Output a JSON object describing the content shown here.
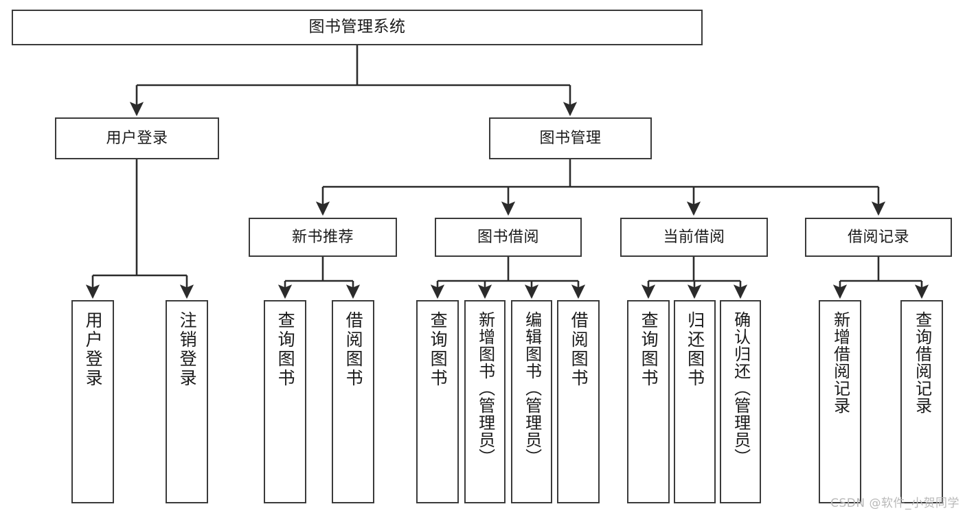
{
  "diagram": {
    "type": "tree",
    "title": "图书管理系统",
    "watermark": "CSDN @软件_小贺同学",
    "colors": {
      "node_border": "#3a3a3a",
      "node_fill": "#ffffff",
      "edge": "#2b2b2b",
      "text": "#1a1a1a",
      "watermark": "#b9b9b9",
      "background": "#ffffff"
    },
    "nodes": {
      "root": {
        "label": "图书管理系统"
      },
      "level1": [
        {
          "id": "user-login",
          "label": "用户登录"
        },
        {
          "id": "book-manage",
          "label": "图书管理"
        }
      ],
      "level2": [
        {
          "id": "new-book-rec",
          "label": "新书推荐",
          "parent": "book-manage"
        },
        {
          "id": "book-borrow",
          "label": "图书借阅",
          "parent": "book-manage"
        },
        {
          "id": "current-borrow",
          "label": "当前借阅",
          "parent": "book-manage"
        },
        {
          "id": "borrow-record",
          "label": "借阅记录",
          "parent": "book-manage"
        }
      ],
      "leaves": [
        {
          "id": "leaf-user-login",
          "label": "用户登录",
          "parent": "user-login"
        },
        {
          "id": "leaf-user-logout",
          "label": "注销登录",
          "parent": "user-login"
        },
        {
          "id": "leaf-query-book-1",
          "label": "查询图书",
          "parent": "new-book-rec"
        },
        {
          "id": "leaf-borrow-book-1",
          "label": "借阅图书",
          "parent": "new-book-rec"
        },
        {
          "id": "leaf-query-book-2",
          "label": "查询图书",
          "parent": "book-borrow"
        },
        {
          "id": "leaf-add-book",
          "label": "新增图书（管理员）",
          "parent": "book-borrow"
        },
        {
          "id": "leaf-edit-book",
          "label": "编辑图书（管理员）",
          "parent": "book-borrow"
        },
        {
          "id": "leaf-borrow-book-2",
          "label": "借阅图书",
          "parent": "book-borrow"
        },
        {
          "id": "leaf-query-book-3",
          "label": "查询图书",
          "parent": "current-borrow"
        },
        {
          "id": "leaf-return-book",
          "label": "归还图书",
          "parent": "current-borrow"
        },
        {
          "id": "leaf-confirm-return",
          "label": "确认归还（管理员）",
          "parent": "current-borrow"
        },
        {
          "id": "leaf-add-record",
          "label": "新增借阅记录",
          "parent": "borrow-record"
        },
        {
          "id": "leaf-query-record",
          "label": "查询借阅记录",
          "parent": "borrow-record"
        }
      ]
    }
  }
}
